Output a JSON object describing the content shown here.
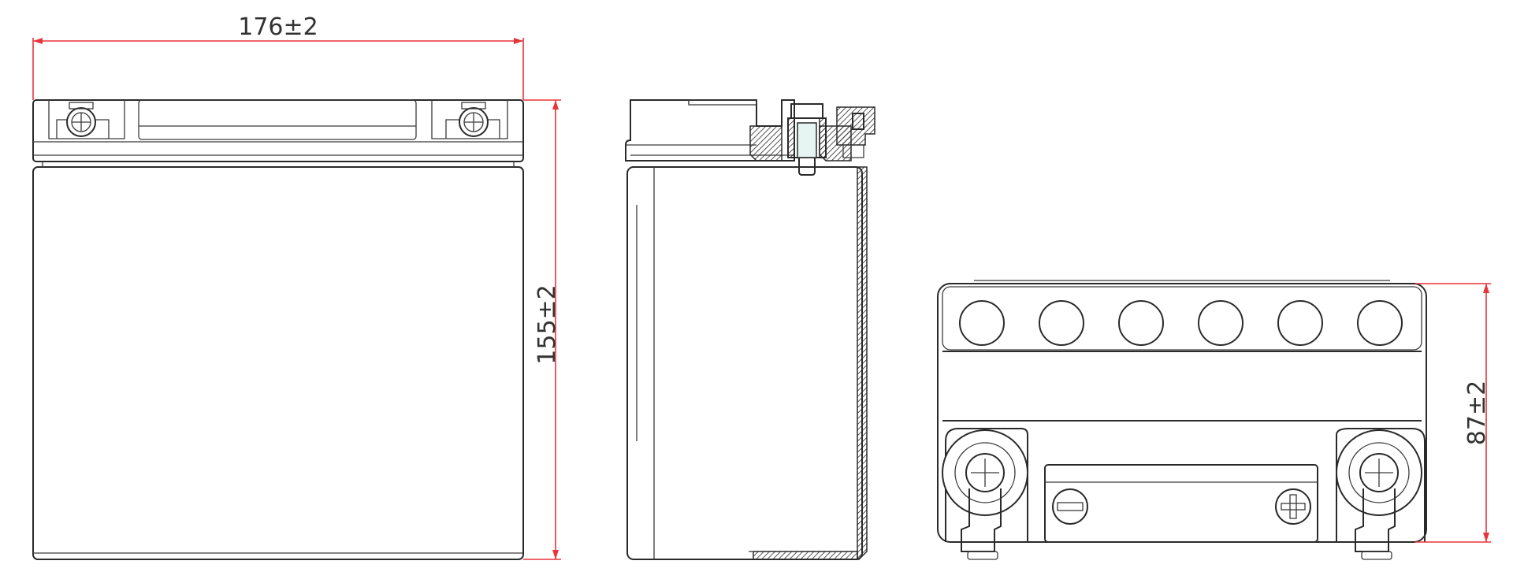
{
  "dimensions": {
    "length": "176±2",
    "height": "155±2",
    "width": "87±2"
  },
  "colors": {
    "outline": "#2a2a2a",
    "dimension_line": "#e8343a",
    "background": "#ffffff"
  }
}
